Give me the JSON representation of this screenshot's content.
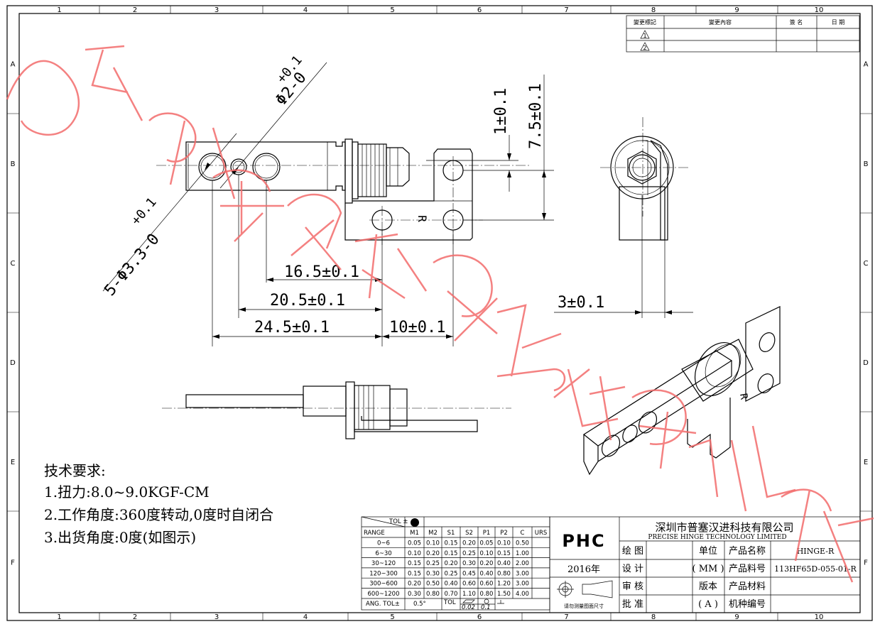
{
  "zones": {
    "columns": [
      "1",
      "2",
      "3",
      "4",
      "5",
      "6",
      "7",
      "8",
      "9",
      "10"
    ],
    "rows": [
      "A",
      "B",
      "C",
      "D",
      "E",
      "F"
    ]
  },
  "revision_table": {
    "headers": [
      "變更標記",
      "變更內容",
      "簽 名",
      "日 期"
    ],
    "marks": [
      "1",
      "2"
    ]
  },
  "dimensions": {
    "pin_dia": "Φ2-0",
    "pin_dia_tol": "+0.1",
    "hole_dia": "5-Φ3.3-0",
    "hole_dia_tol": "+0.1",
    "d1": "16.5±0.1",
    "d2": "20.5±0.1",
    "d3": "24.5±0.1",
    "d4": "10±0.1",
    "d5": "1±0.1",
    "d6": "7.5±0.1",
    "d7": "3±0.1",
    "part_mark": "R"
  },
  "notes": {
    "title": "技术要求:",
    "items": [
      "1.扭力:8.0~9.0KGF-CM",
      "2.工作角度:360度转动,0度时自闭合",
      "3.出货角度:0度(如图示)"
    ]
  },
  "tolerance_table": {
    "tol_label": "TOL ±",
    "range_label": "RANGE",
    "columns": [
      "M1",
      "M2",
      "S1",
      "S2",
      "P1",
      "P2",
      "C",
      "URS"
    ],
    "rows": [
      {
        "range": "0~6",
        "values": [
          "0.05",
          "0.10",
          "0.15",
          "0.20",
          "0.05",
          "0.10",
          "0.50",
          ""
        ]
      },
      {
        "range": "6~30",
        "values": [
          "0.10",
          "0.20",
          "0.15",
          "0.25",
          "0.10",
          "0.15",
          "1.00",
          ""
        ]
      },
      {
        "range": "30~120",
        "values": [
          "0.15",
          "0.25",
          "0.20",
          "0.30",
          "0.20",
          "0.40",
          "2.00",
          ""
        ]
      },
      {
        "range": "120~300",
        "values": [
          "0.15",
          "0.30",
          "0.25",
          "0.45",
          "0.40",
          "0.80",
          "3.00",
          ""
        ]
      },
      {
        "range": "300~600",
        "values": [
          "0.20",
          "0.50",
          "0.40",
          "0.60",
          "0.60",
          "1.20",
          "3.00",
          ""
        ]
      },
      {
        "range": "600~1200",
        "values": [
          "0.30",
          "0.80",
          "0.70",
          "1.10",
          "0.80",
          "1.50",
          "4.00",
          ""
        ]
      }
    ],
    "ang_label": "ANG. TOL±",
    "ang_value": "0.5°",
    "tol_sym_label": "TOL",
    "flat_value": "0.02",
    "circ_value": "0.1"
  },
  "title_block": {
    "logo": "PHC",
    "company_cn": "深圳市普塞汉进科技有限公司",
    "company_en": "PRECISE HINGE TECHNOLOGY LIMITED",
    "year": "2016年",
    "projection_note": "请勿测量图面尺寸",
    "rows": [
      {
        "label": "绘 图",
        "unit_label": "单位",
        "field": "产品名称",
        "value": "HINGE-R"
      },
      {
        "label": "设 计",
        "unit_label": "( MM )",
        "field": "产品料号",
        "value": "113HF65D-055-01-R"
      },
      {
        "label": "审 核",
        "unit_label": "版本",
        "field": "产品材料",
        "value": ""
      },
      {
        "label": "批 准",
        "unit_label": "( A )",
        "field": "机种编号",
        "value": ""
      }
    ]
  }
}
